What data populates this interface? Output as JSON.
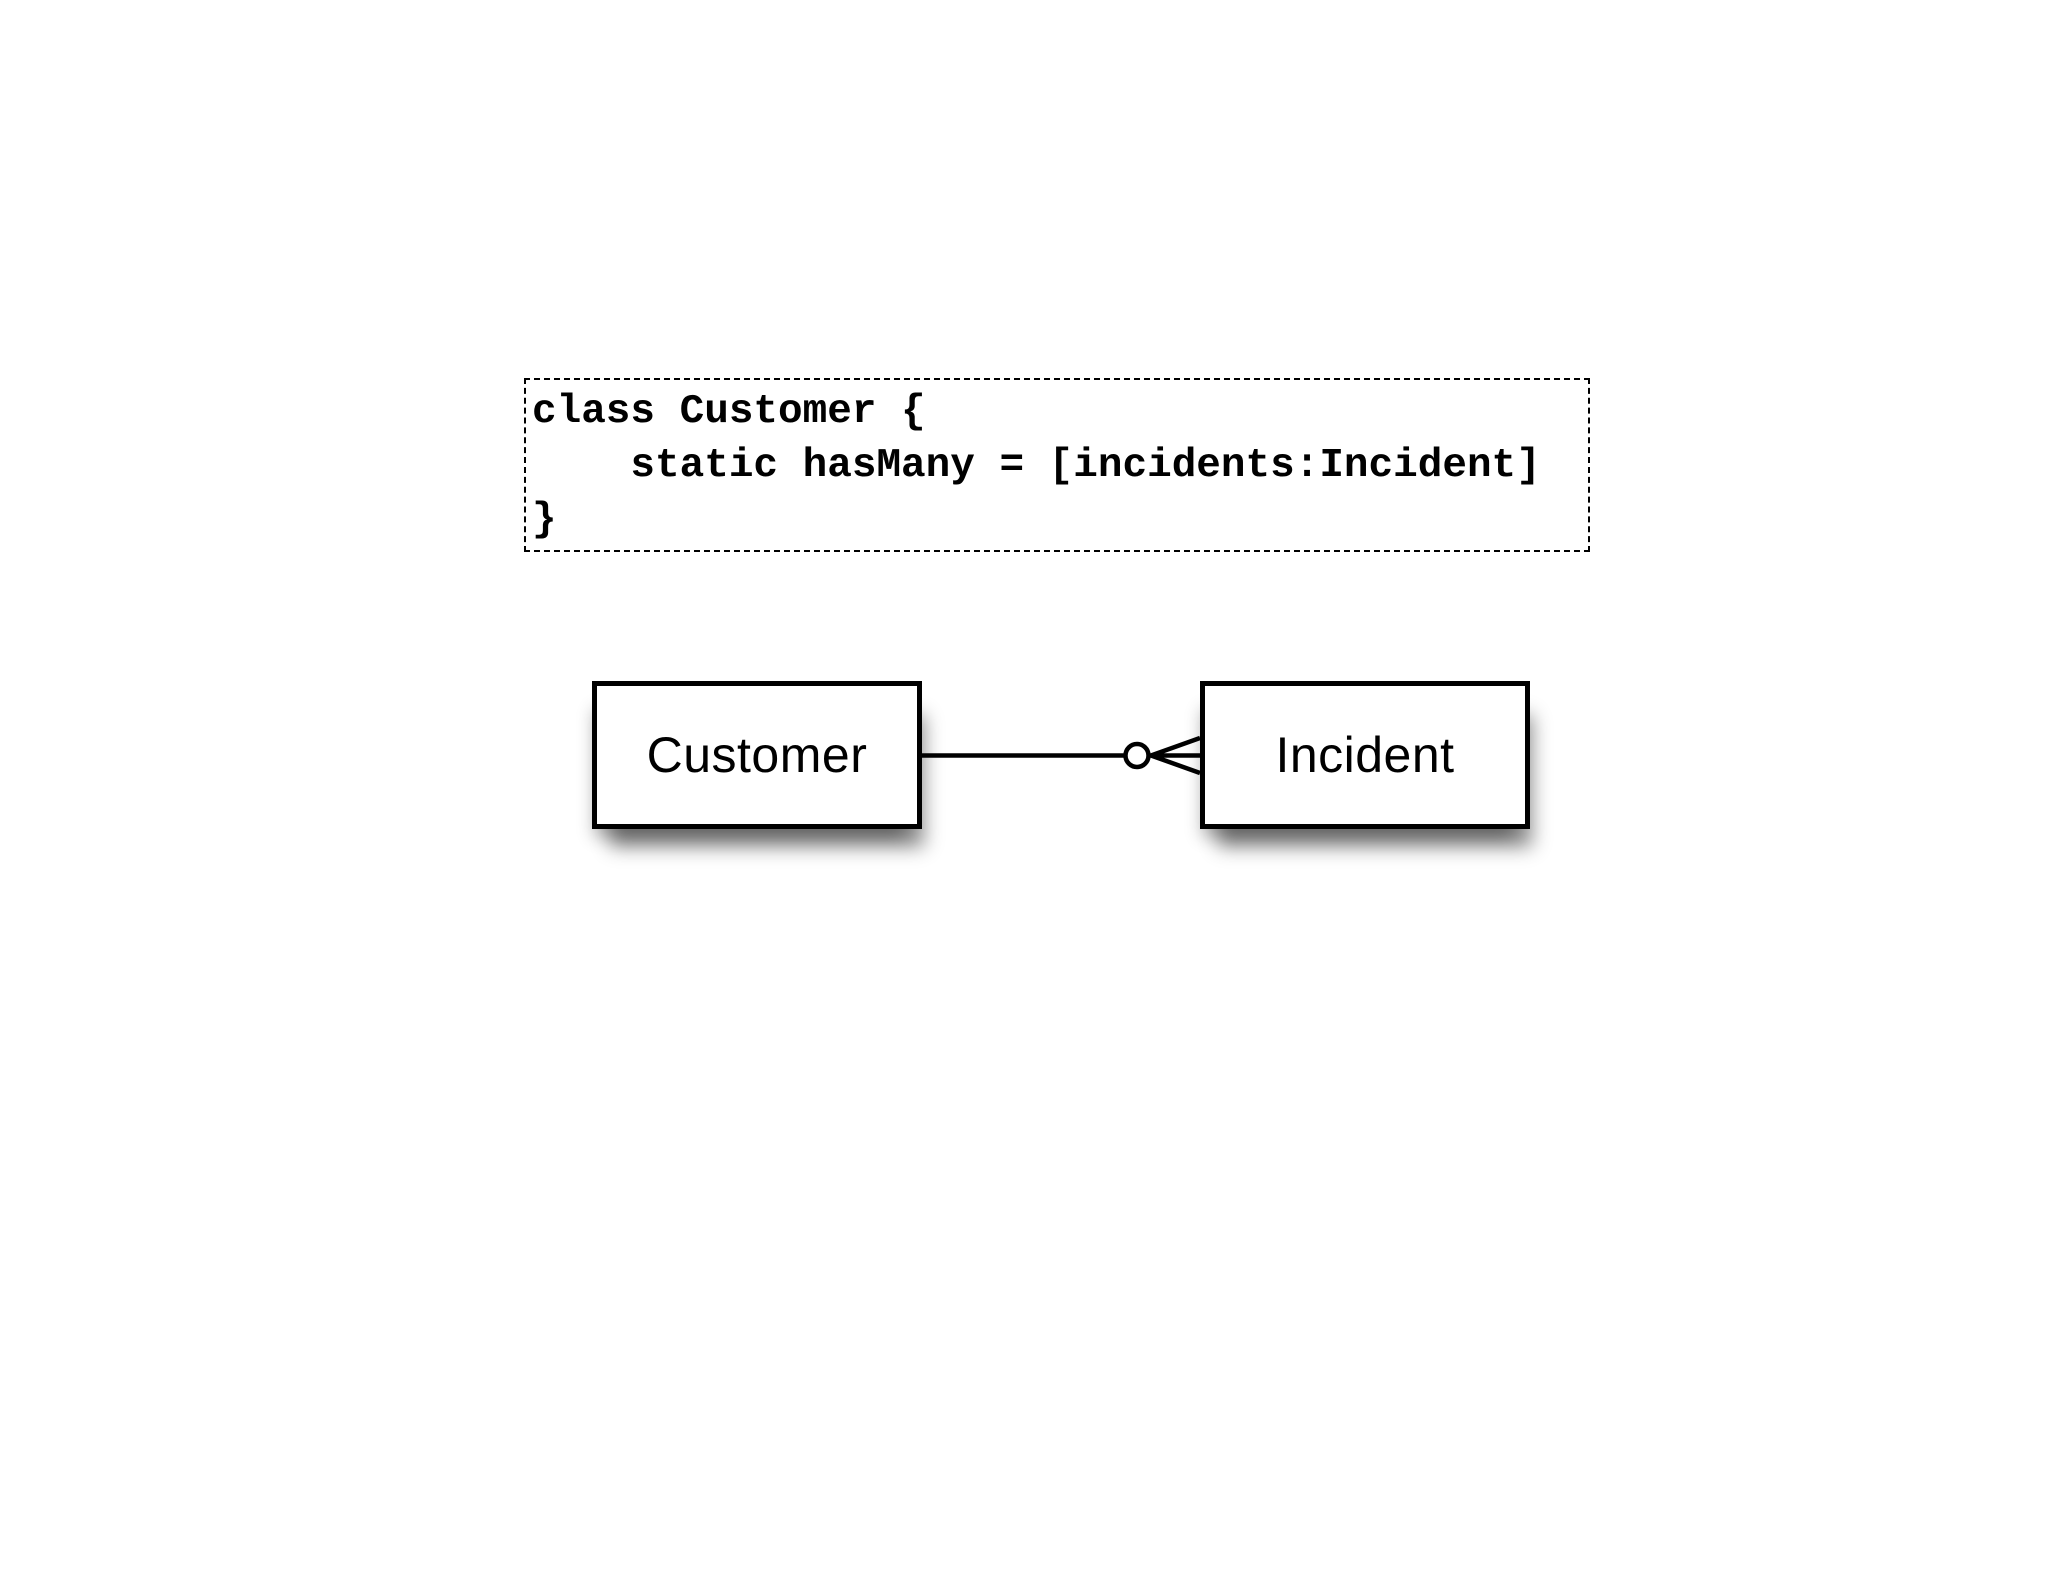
{
  "code_box": {
    "lines": [
      "class Customer {",
      "    static hasMany = [incidents:Incident]",
      "}"
    ]
  },
  "diagram": {
    "entities": [
      {
        "label": "Customer"
      },
      {
        "label": "Incident"
      }
    ],
    "relationship": {
      "from": "Customer",
      "to": "Incident",
      "cardinality_notation": "zero-or-many-crows-foot"
    }
  },
  "colors": {
    "background": "#ffffff",
    "stroke": "#000000",
    "entity_fill": "#ffffff",
    "text": "#000000"
  }
}
